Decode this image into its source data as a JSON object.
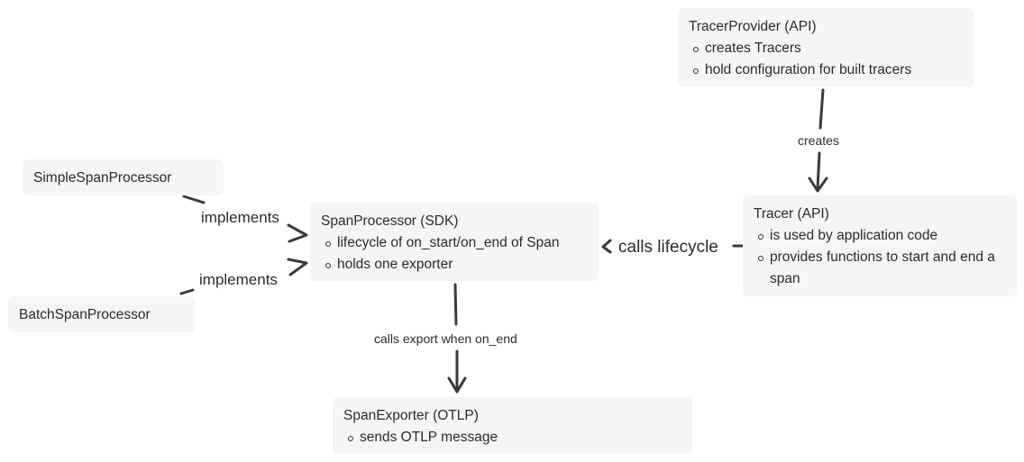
{
  "nodes": {
    "tracer_provider": {
      "title": "TracerProvider (API)",
      "bullets": [
        "creates Tracers",
        "hold configuration for built tracers"
      ]
    },
    "tracer": {
      "title": "Tracer (API)",
      "bullets": [
        "is used by application code",
        "provides functions to start and end a span"
      ]
    },
    "span_processor": {
      "title": "SpanProcessor (SDK)",
      "bullets": [
        "lifecycle of on_start/on_end of Span",
        "holds one exporter"
      ]
    },
    "simple_span_processor": {
      "title": "SimpleSpanProcessor"
    },
    "batch_span_processor": {
      "title": "BatchSpanProcessor"
    },
    "span_exporter": {
      "title": "SpanExporter (OTLP)",
      "bullets": [
        "sends OTLP message"
      ]
    }
  },
  "edges": {
    "creates": "creates",
    "calls_lifecycle": "calls lifecycle",
    "implements_simple": "implements",
    "implements_batch": "implements",
    "calls_export": "calls export when on_end"
  }
}
